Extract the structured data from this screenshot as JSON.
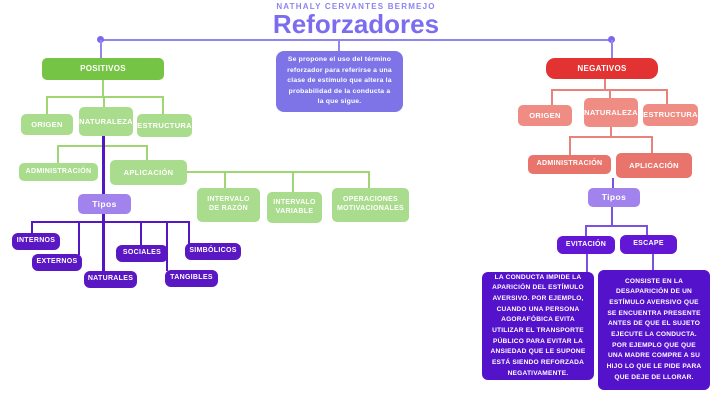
{
  "header": {
    "author": "NATHALY CERVANTES BERMEJO",
    "title": "Reforzadores"
  },
  "definition_text": "Se propone el uso del término reforzador para referirse a una clase de estímulo que altera la probabilidad de la conducta a la que sigue.",
  "positivos": {
    "label": "POSITIVOS",
    "origen": "ORIGEN",
    "naturaleza": "NATURALEZA",
    "estructura": "ESTRUCTURA",
    "administracion": "ADMINISTRACIÓN",
    "aplicacion": "APLICACIÓN",
    "intervalo_razon": "INTERVALO DE RAZÓN",
    "intervalo_variable": "INTERVALO VARIABLE",
    "operaciones": "OPERACIONES MOTIVACIONALES",
    "tipos_label": "Tipos",
    "internos": "INTERNOS",
    "externos": "EXTERNOS",
    "naturales": "NATURALES",
    "sociales": "SOCIALES",
    "tangibles": "TANGIBLES",
    "simbolicos": "SIMBÓLICOS"
  },
  "negativos": {
    "label": "NEGATIVOS",
    "origen": "ORIGEN",
    "naturaleza": "NATURALEZA",
    "estructura": "ESTRUCTURA",
    "administracion": "ADMINISTRACIÓN",
    "aplicacion": "APLICACIÓN",
    "tipos_label": "Tipos",
    "evitacion": "EVITACIÓN",
    "escape": "ESCAPE",
    "evitacion_desc": "LA CONDUCTA IMPIDE LA APARICIÓN DEL ESTÍMULO AVERSIVO. POR EJEMPLO, CUANDO UNA PERSONA AGORAFÓBICA EVITA UTILIZAR EL TRANSPORTE PÚBLICO PARA EVITAR LA ANSIEDAD QUE LE SUPONE ESTÁ SIENDO REFORZADA NEGATIVAMENTE.",
    "escape_desc": "CONSISTE EN LA DESAPARICIÓN DE UN ESTÍMULO AVERSIVO QUE SE ENCUENTRA PRESENTE ANTES DE QUE EL SUJETO EJECUTE LA CONDUCTA. POR EJEMPLO QUE QUE UNA MADRE COMPRE A SU HIJO LO QUE LE PIDE PARA QUE DEJE DE LLORAR."
  },
  "colors": {
    "positive_primary": "#76c445",
    "positive_light": "#a9dc8c",
    "negative_primary": "#e23231",
    "negative_light": "#ef8c84",
    "negative_mid": "#e8746c",
    "tipos_purple": "#a283ee",
    "deep_violet": "#5a17c4",
    "description_violet": "#5413ca",
    "definition_purple": "#7e74e8",
    "title_purple": "#7b6df0"
  }
}
